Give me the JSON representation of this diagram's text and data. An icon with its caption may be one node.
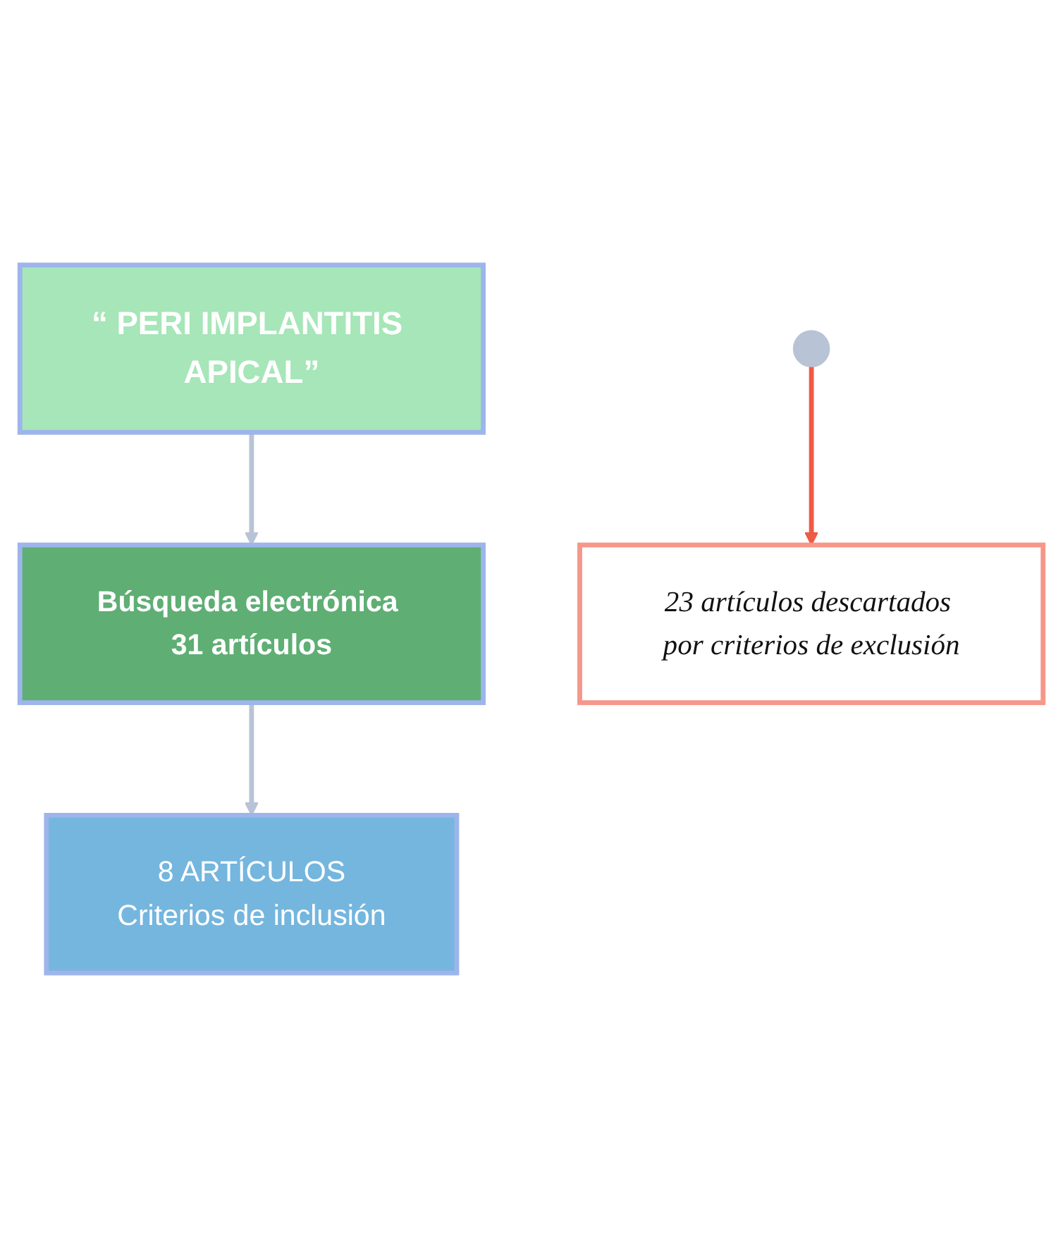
{
  "diagram": {
    "nodes": [
      {
        "text": [
          "“ PERI IMPLANTITIS APICAL”"
        ]
      },
      {
        "text": [
          "Búsqueda electrónica 31 artículos"
        ]
      },
      {
        "text": [
          "8 ARTÍCULOS",
          "Criterios de inclusión"
        ]
      },
      {
        "text": [
          "23 artículos descartados por criterios de exclusión"
        ]
      }
    ],
    "edges": [
      {
        "from": 0,
        "to": 1,
        "arrow": "to"
      },
      {
        "from": 1,
        "to": 2,
        "arrow": "to"
      },
      {
        "from": null,
        "to": 3,
        "arrow": "to",
        "color": "#ee5a45"
      }
    ]
  }
}
